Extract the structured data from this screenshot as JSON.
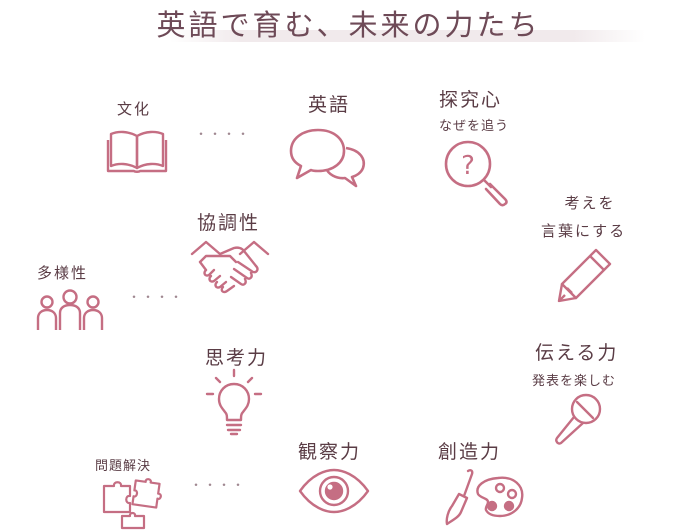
{
  "title": "英語で育む、未来の力たち",
  "nodes": {
    "bunka": "文化",
    "eigo": "英語",
    "tankyu": "探究心",
    "tankyu_sub": "なぜを追う",
    "kangae_line1": "考えを",
    "kangae_line2": "言葉にする",
    "kyocho": "協調性",
    "tayosei": "多様性",
    "shiko": "思考力",
    "tsutaeru": "伝える力",
    "tsutaeru_sub": "発表を楽しむ",
    "mondai": "問題解決",
    "kansatsu": "観察力",
    "sozo": "創造力"
  },
  "connector": "・・・・",
  "colors": {
    "icon": "#c56e83",
    "text": "#5a3c45",
    "title": "#6e4a57"
  },
  "icons": [
    "book-icon",
    "speech-bubbles-icon",
    "magnifier-question-icon",
    "pencil-icon",
    "handshake-icon",
    "people-icon",
    "lightbulb-icon",
    "microphone-icon",
    "puzzle-icon",
    "eye-icon",
    "palette-brush-icon"
  ]
}
